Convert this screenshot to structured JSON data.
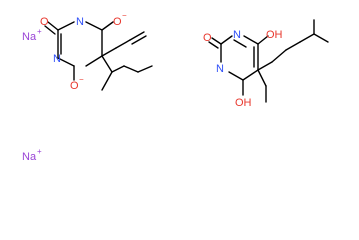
{
  "labels": {
    "sodium": "Na",
    "plus": "+",
    "oxygen": "O",
    "nitrogen": "N",
    "minus": "−",
    "hydroxyl": "OH"
  },
  "colors": {
    "bond": "#000000",
    "oxygen": "#e8382e",
    "nitrogen": "#3050f8",
    "sodium": "#9a44d6",
    "background": "#ffffff"
  }
}
